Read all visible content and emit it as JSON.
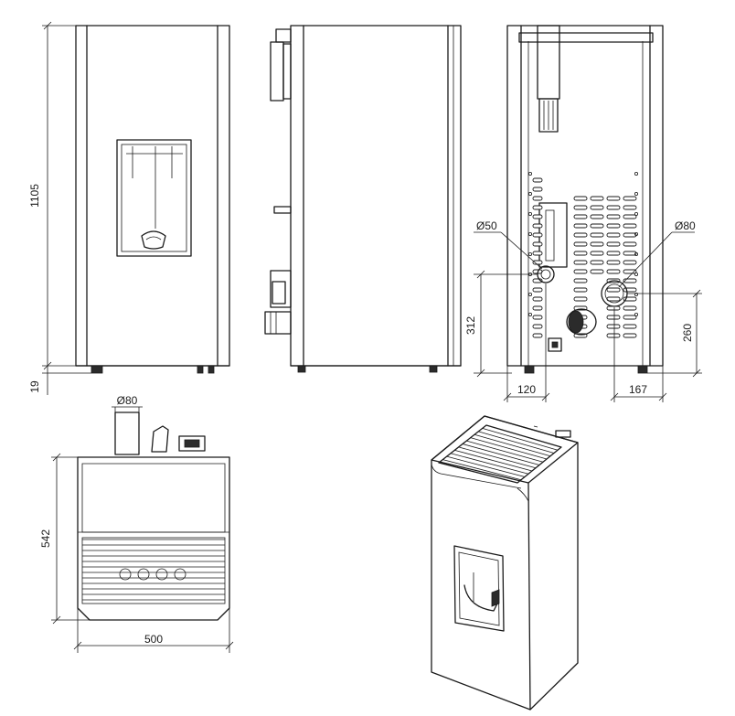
{
  "dimensions": {
    "front_height": "1105",
    "foot_height": "19",
    "flue_top": "Ø80",
    "depth": "542",
    "width": "500",
    "inlet_diameter": "Ø50",
    "outlet_diameter": "Ø80",
    "inlet_height": "312",
    "outlet_height": "260",
    "inlet_offset": "120",
    "outlet_offset": "167"
  },
  "colors": {
    "line": "#1a1a1a",
    "background": "#ffffff"
  }
}
